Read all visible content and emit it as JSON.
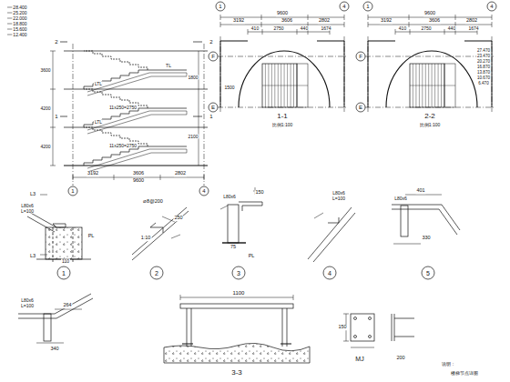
{
  "diagram": {
    "labels": [
      "28.400",
      "25.200",
      "22.000",
      "18.800",
      "15.600",
      "12.400",
      "2",
      "2",
      "3600",
      "4200",
      "4200",
      "LTL",
      "LTL",
      "TL",
      "1",
      "1",
      "11x250=2750",
      "11x250=2750",
      "1800",
      "2100",
      "3192",
      "3606",
      "2802",
      "9600",
      "1",
      "4",
      "9600",
      "3192",
      "3606",
      "2802",
      "410",
      "2750",
      "440",
      "1674",
      "1",
      "4",
      "F",
      "E",
      "1-1",
      "比例1:100",
      "1500",
      "9600",
      "3192",
      "3606",
      "2802",
      "410",
      "2750",
      "440",
      "1674",
      "1",
      "4",
      "F",
      "E",
      "2-2",
      "比例1:100",
      "27.470",
      "23.470",
      "20.270",
      "16.870",
      "13.870",
      "10.670",
      "6.470",
      "L3",
      "L80x6",
      "L=100",
      "PL",
      "L3",
      "1",
      "110",
      "⌀8@200",
      "250",
      "1:10",
      "2",
      "L80x6",
      "150",
      "75",
      "PL",
      "3",
      "L80x6",
      "L=100",
      "4",
      "401",
      "L80x6",
      "330",
      "5",
      "L80x6",
      "L=100",
      "264",
      "340",
      "1100",
      "3-3",
      "150",
      "MJ",
      "200",
      "说明：",
      "楼梯节点详图"
    ]
  }
}
